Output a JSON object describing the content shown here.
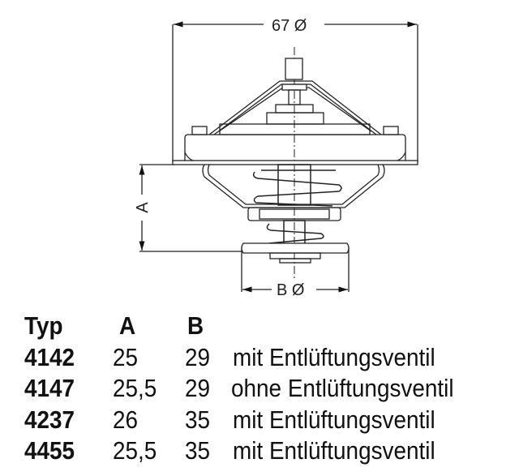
{
  "drawing": {
    "dimension_diameter": "67 Ø",
    "dimension_a": "A",
    "dimension_b": "B Ø"
  },
  "table": {
    "headers": [
      "Typ",
      "A",
      "B"
    ],
    "rows": [
      {
        "typ": "4142",
        "a": "25",
        "b": "29",
        "note": "mit Entlüftungsventil"
      },
      {
        "typ": "4147",
        "a": "25,5",
        "b": "29",
        "note": "ohne Entlüftungsventil"
      },
      {
        "typ": "4237",
        "a": "26",
        "b": "35",
        "note": "mit Entlüftungsventil"
      },
      {
        "typ": "4455",
        "a": "25,5",
        "b": "35",
        "note": "mit Entlüftungsventil"
      }
    ]
  }
}
